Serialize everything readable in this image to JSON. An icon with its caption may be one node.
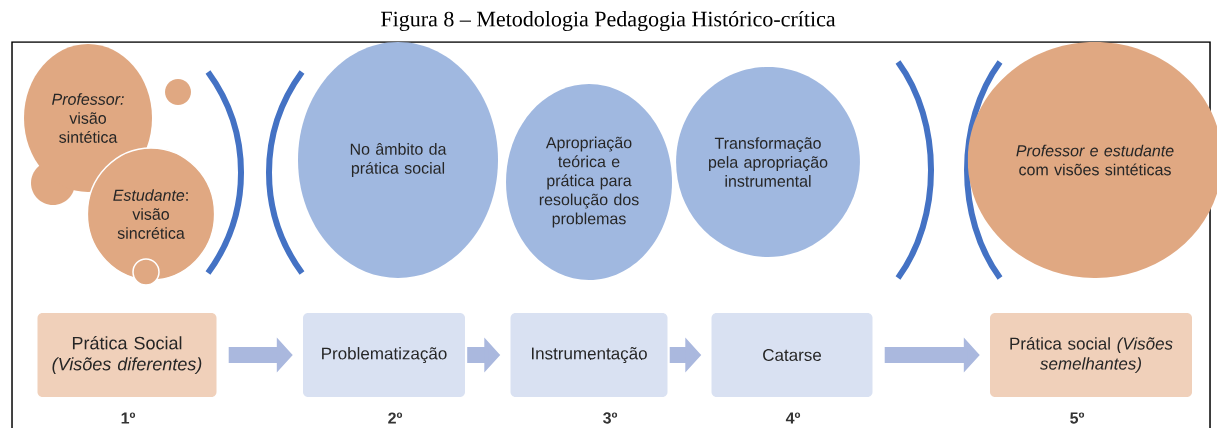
{
  "diagram": {
    "title": "Figura 8 – Metodologia Pedagogia Histórico-crítica",
    "nodes": [
      {
        "text": [
          "*Professor:* visão sintética"
        ]
      },
      {
        "text": [
          "*Estudante*: visão sincrética"
        ]
      },
      {
        "text": [
          "No âmbito da prática social"
        ]
      },
      {
        "text": [
          "Apropriação teórica e prática para resolução dos problemas"
        ]
      },
      {
        "text": [
          "Transformação pela apropriação instrumental"
        ]
      },
      {
        "text": [
          "*Professor e estudante* com visões sintéticas"
        ]
      },
      {
        "text": [
          "Prática Social *(Visões diferentes)*"
        ]
      },
      {
        "text": [
          "Problematização"
        ]
      },
      {
        "text": [
          "Instrumentação"
        ]
      },
      {
        "text": [
          "Catarse"
        ]
      },
      {
        "text": [
          "Prática social *(Visões semelhantes)*"
        ]
      }
    ],
    "edges": [
      {
        "from": 6,
        "to": 7,
        "arrow": "to"
      },
      {
        "from": 7,
        "to": 8,
        "arrow": "to"
      },
      {
        "from": 8,
        "to": 9,
        "arrow": "to"
      },
      {
        "from": 9,
        "to": 10,
        "arrow": "to"
      }
    ],
    "labels": [
      "1º",
      "2º",
      "3º",
      "4º",
      "5º"
    ]
  }
}
